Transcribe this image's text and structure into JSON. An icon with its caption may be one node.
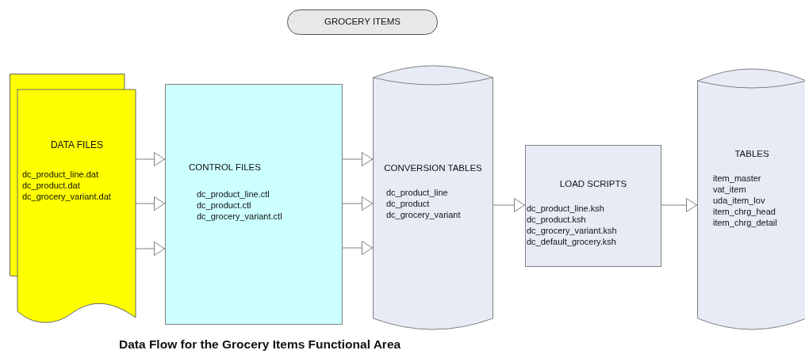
{
  "diagram": {
    "caption": "Data Flow for the Grocery Items Functional Area",
    "nodes": [
      {
        "text": [
          "GROCERY ITEMS"
        ]
      },
      {
        "text": [
          "DATA FILES",
          "dc_product_line.dat",
          "dc_product.dat",
          "dc_grocery_variant.dat"
        ]
      },
      {
        "text": [
          "CONTROL FILES",
          "dc_product_line.ctl",
          "dc_product.ctl",
          "dc_grocery_variant.ctl"
        ]
      },
      {
        "text": [
          "CONVERSION TABLES",
          "dc_product_line",
          "dc_product",
          "dc_grocery_variant"
        ]
      },
      {
        "text": [
          "LOAD SCRIPTS",
          "dc_product_line.ksh",
          "dc_product.ksh",
          "dc_grocery_variant.ksh",
          "dc_default_grocery.ksh"
        ]
      },
      {
        "text": [
          "TABLES",
          "item_master",
          "vat_item",
          "uda_item_lov",
          "item_chrg_head",
          "item_chrg_detail"
        ]
      }
    ],
    "edges": [
      {
        "from": 1,
        "to": 2,
        "arrow": "to"
      },
      {
        "from": 1,
        "to": 2,
        "arrow": "to"
      },
      {
        "from": 1,
        "to": 2,
        "arrow": "to"
      },
      {
        "from": 2,
        "to": 3,
        "arrow": "to"
      },
      {
        "from": 2,
        "to": 3,
        "arrow": "to"
      },
      {
        "from": 2,
        "to": 3,
        "arrow": "to"
      },
      {
        "from": 3,
        "to": 4,
        "arrow": "to"
      },
      {
        "from": 4,
        "to": 5,
        "arrow": "to"
      }
    ]
  }
}
